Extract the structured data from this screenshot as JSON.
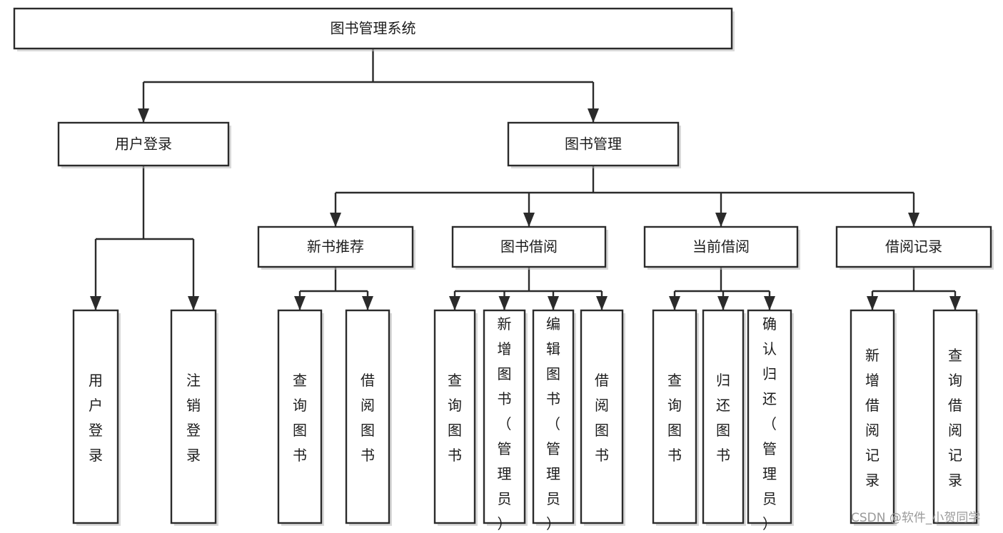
{
  "diagram": {
    "title": "图书管理系统",
    "type": "tree",
    "orientation": "top-down",
    "colors": {
      "background": "#ffffff",
      "box_stroke": "#2b2b2b",
      "box_fill": "#ffffff",
      "box_shadow": "#b9b9b9",
      "text": "#1c1c1c",
      "watermark": "#9a9a9a"
    },
    "root": {
      "id": "root",
      "label": "图书管理系统",
      "text_orientation": "horizontal"
    },
    "level2": [
      {
        "id": "user-login",
        "label": "用户登录",
        "text_orientation": "horizontal"
      },
      {
        "id": "book-management",
        "label": "图书管理",
        "text_orientation": "horizontal"
      }
    ],
    "level3": [
      {
        "id": "new-book-recommend",
        "label": "新书推荐",
        "parent": "book-management",
        "text_orientation": "horizontal"
      },
      {
        "id": "book-borrow",
        "label": "图书借阅",
        "parent": "book-management",
        "text_orientation": "horizontal"
      },
      {
        "id": "current-borrow",
        "label": "当前借阅",
        "parent": "book-management",
        "text_orientation": "horizontal"
      },
      {
        "id": "borrow-record",
        "label": "借阅记录",
        "parent": "book-management",
        "text_orientation": "horizontal"
      }
    ],
    "leaves": [
      {
        "id": "leaf-user-login",
        "label": "用户登录",
        "parent": "user-login",
        "text_orientation": "vertical"
      },
      {
        "id": "leaf-user-logout",
        "label": "注销登录",
        "parent": "user-login",
        "text_orientation": "vertical"
      },
      {
        "id": "leaf-query-book-rec",
        "label": "查询图书",
        "parent": "new-book-recommend",
        "text_orientation": "vertical"
      },
      {
        "id": "leaf-borrow-book-rec",
        "label": "借阅图书",
        "parent": "new-book-recommend",
        "text_orientation": "vertical"
      },
      {
        "id": "leaf-query-book-borrow",
        "label": "查询图书",
        "parent": "book-borrow",
        "text_orientation": "vertical"
      },
      {
        "id": "leaf-add-book-admin",
        "label": "新增图书（管理员）",
        "parent": "book-borrow",
        "text_orientation": "vertical"
      },
      {
        "id": "leaf-edit-book-admin",
        "label": "编辑图书（管理员）",
        "parent": "book-borrow",
        "text_orientation": "vertical"
      },
      {
        "id": "leaf-borrow-book",
        "label": "借阅图书",
        "parent": "book-borrow",
        "text_orientation": "vertical"
      },
      {
        "id": "leaf-query-book-current",
        "label": "查询图书",
        "parent": "current-borrow",
        "text_orientation": "vertical"
      },
      {
        "id": "leaf-return-book",
        "label": "归还图书",
        "parent": "current-borrow",
        "text_orientation": "vertical"
      },
      {
        "id": "leaf-confirm-return-admin",
        "label": "确认归还（管理员）",
        "parent": "current-borrow",
        "text_orientation": "vertical"
      },
      {
        "id": "leaf-add-borrow-record",
        "label": "新增借阅记录",
        "parent": "borrow-record",
        "text_orientation": "vertical"
      },
      {
        "id": "leaf-query-borrow-record",
        "label": "查询借阅记录",
        "parent": "borrow-record",
        "text_orientation": "vertical"
      }
    ]
  },
  "watermark": {
    "text": "CSDN @软件_小贺同学"
  }
}
